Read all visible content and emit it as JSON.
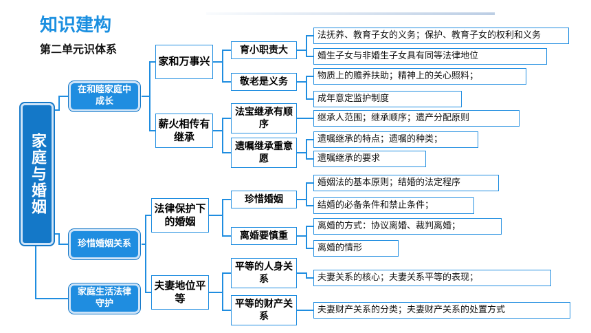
{
  "header": {
    "title": "知识建构",
    "subtitle": "第二单元识体系"
  },
  "root": "家庭与婚姻",
  "level1": {
    "family": "在和睦家庭中成长",
    "marriage": "珍惜婚姻关系",
    "law": "家庭生活法律守护"
  },
  "level2": {
    "duty": "家和万事兴",
    "inherit": "薪火相传有继承",
    "protect": "法律保护下的婚姻",
    "equal": "夫妻地位平等"
  },
  "level3": {
    "raise": "育小职责大",
    "respect": "敬老是义务",
    "legal_inherit": "法宝继承有顺序",
    "will": "遗嘱继承重意愿",
    "cherish": "珍惜婚姻",
    "divorce": "离婚要慎重",
    "person": "平等的人身关系",
    "property": "平等的财产关系"
  },
  "leaves": {
    "raise_1": "法抚养、教育子女的义务；保护、教育子女的权利和义务",
    "raise_2": "婚生子女与非婚生子女具有同等法律地位",
    "respect_1": "物质上的赡养扶助；精神上的关心照料；",
    "respect_2": "成年意定监护制度",
    "inherit_1": "继承人范围；继承顺序；遗产分配原则",
    "will_1": "遗嘱继承的特点；遗嘱的种类；",
    "will_2": "遗嘱继承的要求",
    "cherish_1": "婚姻法的基本原则；结婚的法定程序",
    "cherish_2": "结婚的必备条件和禁止条件；",
    "divorce_1": "离婚的方式：协议离婚、裁判离婚；",
    "divorce_2": "离婚的情形",
    "person_1": "夫妻关系的核心；夫妻关系平等的表现；",
    "property_1": "夫妻财产关系的分类；夫妻财产关系的处置方式"
  },
  "colors": {
    "accent": "#1f8de0",
    "dark": "#1478c8",
    "title": "#1a8fe0"
  }
}
